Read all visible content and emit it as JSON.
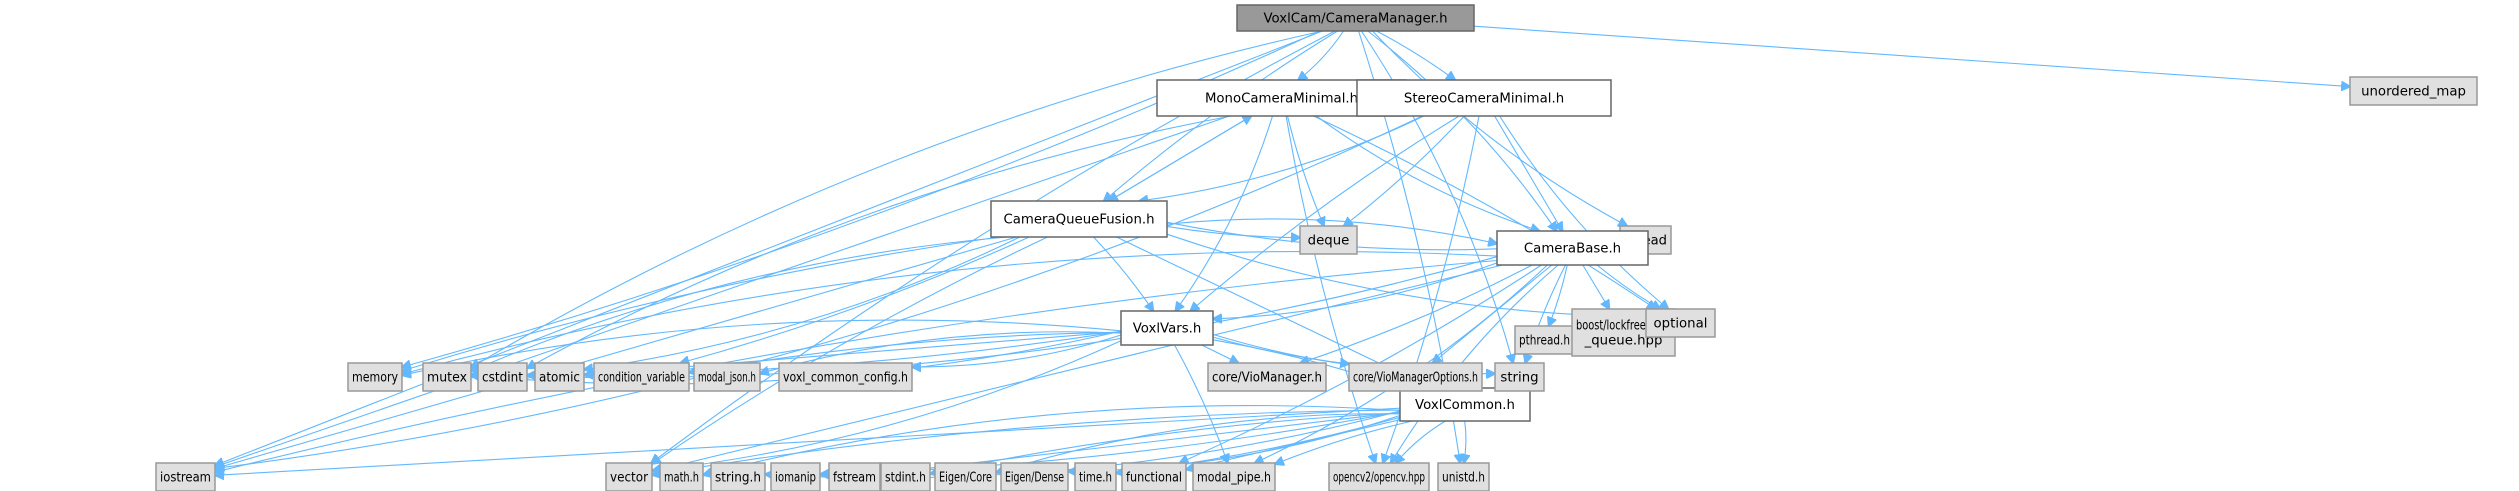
{
  "graph": {
    "title": "Include dependency graph for VoxlCam/CameraManager.h",
    "edge_color": "#63b8ff",
    "node_colors": {
      "root_fill": "#999999",
      "project_fill": "#ffffff",
      "external_fill": "#e0e0e0"
    },
    "nodes": [
      {
        "id": "root",
        "label": "VoxlCam/CameraManager.h",
        "kind": "root"
      },
      {
        "id": "mono",
        "label": "MonoCameraMinimal.h",
        "kind": "project"
      },
      {
        "id": "stereo",
        "label": "StereoCameraMinimal.h",
        "kind": "project"
      },
      {
        "id": "unordered_map",
        "label": "unordered_map",
        "kind": "external"
      },
      {
        "id": "cqf",
        "label": "CameraQueueFusion.h",
        "kind": "project"
      },
      {
        "id": "deque",
        "label": "deque",
        "kind": "external"
      },
      {
        "id": "thread",
        "label": "thread",
        "kind": "external"
      },
      {
        "id": "camerabase",
        "label": "CameraBase.h",
        "kind": "project"
      },
      {
        "id": "pthread",
        "label": "pthread.h",
        "kind": "external"
      },
      {
        "id": "boost",
        "label": "boost/lockfree/spsc_queue.hpp",
        "lines": [
          "boost/lockfree/spsc",
          "_queue.hpp"
        ],
        "kind": "external"
      },
      {
        "id": "optional",
        "label": "optional",
        "kind": "external"
      },
      {
        "id": "voxlvars",
        "label": "VoxlVars.h",
        "kind": "project"
      },
      {
        "id": "memory",
        "label": "memory",
        "kind": "external"
      },
      {
        "id": "mutex",
        "label": "mutex",
        "kind": "external"
      },
      {
        "id": "cstdint",
        "label": "cstdint",
        "kind": "external"
      },
      {
        "id": "atomic",
        "label": "atomic",
        "kind": "external"
      },
      {
        "id": "condvar",
        "label": "condition_variable",
        "kind": "external"
      },
      {
        "id": "modal_json",
        "label": "modal_json.h",
        "kind": "external"
      },
      {
        "id": "voxl_cfg",
        "label": "voxl_common_config.h",
        "kind": "external"
      },
      {
        "id": "voxlcommon",
        "label": "VoxlCommon.h",
        "kind": "project"
      },
      {
        "id": "viomgr",
        "label": "core/VioManager.h",
        "kind": "external"
      },
      {
        "id": "viomgropt",
        "label": "core/VioManagerOptions.h",
        "kind": "external"
      },
      {
        "id": "string",
        "label": "string",
        "kind": "external"
      },
      {
        "id": "iostream",
        "label": "iostream",
        "kind": "external"
      },
      {
        "id": "vector",
        "label": "vector",
        "kind": "external"
      },
      {
        "id": "math",
        "label": "math.h",
        "kind": "external"
      },
      {
        "id": "string_h",
        "label": "string.h",
        "kind": "external"
      },
      {
        "id": "iomanip",
        "label": "iomanip",
        "kind": "external"
      },
      {
        "id": "fstream",
        "label": "fstream",
        "kind": "external"
      },
      {
        "id": "stdint",
        "label": "stdint.h",
        "kind": "external"
      },
      {
        "id": "eigen_core",
        "label": "Eigen/Core",
        "kind": "external"
      },
      {
        "id": "eigen_dense",
        "label": "Eigen/Dense",
        "kind": "external"
      },
      {
        "id": "time",
        "label": "time.h",
        "kind": "external"
      },
      {
        "id": "functional",
        "label": "functional",
        "kind": "external"
      },
      {
        "id": "modal_pipe",
        "label": "modal_pipe.h",
        "kind": "external"
      },
      {
        "id": "opencv",
        "label": "opencv2/opencv.hpp",
        "kind": "external"
      },
      {
        "id": "unistd",
        "label": "unistd.h",
        "kind": "external"
      }
    ],
    "edges": [
      [
        "root",
        "mono"
      ],
      [
        "root",
        "stereo"
      ],
      [
        "root",
        "unordered_map"
      ],
      [
        "root",
        "cqf"
      ],
      [
        "root",
        "thread"
      ],
      [
        "root",
        "camerabase"
      ],
      [
        "root",
        "memory"
      ],
      [
        "root",
        "iostream"
      ],
      [
        "root",
        "vector"
      ],
      [
        "root",
        "mutex"
      ],
      [
        "root",
        "string"
      ],
      [
        "root",
        "unistd"
      ],
      [
        "mono",
        "cqf"
      ],
      [
        "mono",
        "deque"
      ],
      [
        "mono",
        "camerabase"
      ],
      [
        "mono",
        "voxlvars"
      ],
      [
        "mono",
        "optional"
      ],
      [
        "mono",
        "iostream"
      ],
      [
        "mono",
        "opencv"
      ],
      [
        "mono",
        "cstdint"
      ],
      [
        "stereo",
        "cqf"
      ],
      [
        "stereo",
        "deque"
      ],
      [
        "stereo",
        "camerabase"
      ],
      [
        "stereo",
        "voxlvars"
      ],
      [
        "stereo",
        "optional"
      ],
      [
        "stereo",
        "iostream"
      ],
      [
        "stereo",
        "opencv"
      ],
      [
        "cqf",
        "mono"
      ],
      [
        "cqf",
        "deque"
      ],
      [
        "cqf",
        "thread"
      ],
      [
        "cqf",
        "camerabase"
      ],
      [
        "cqf",
        "voxlvars"
      ],
      [
        "cqf",
        "voxlcommon"
      ],
      [
        "cqf",
        "memory"
      ],
      [
        "cqf",
        "mutex"
      ],
      [
        "cqf",
        "atomic"
      ],
      [
        "cqf",
        "condvar"
      ],
      [
        "cqf",
        "iostream"
      ],
      [
        "cqf",
        "vector"
      ],
      [
        "cqf",
        "optional"
      ],
      [
        "camerabase",
        "voxlvars"
      ],
      [
        "camerabase",
        "pthread"
      ],
      [
        "camerabase",
        "boost"
      ],
      [
        "camerabase",
        "optional"
      ],
      [
        "camerabase",
        "memory"
      ],
      [
        "camerabase",
        "mutex"
      ],
      [
        "camerabase",
        "viomgr"
      ],
      [
        "camerabase",
        "viomgropt"
      ],
      [
        "camerabase",
        "string"
      ],
      [
        "camerabase",
        "opencv"
      ],
      [
        "camerabase",
        "modal_pipe"
      ],
      [
        "camerabase",
        "functional"
      ],
      [
        "camerabase",
        "vector"
      ],
      [
        "camerabase",
        "iostream"
      ],
      [
        "voxlvars",
        "memory"
      ],
      [
        "voxlvars",
        "mutex"
      ],
      [
        "voxlvars",
        "cstdint"
      ],
      [
        "voxlvars",
        "atomic"
      ],
      [
        "voxlvars",
        "condvar"
      ],
      [
        "voxlvars",
        "modal_json"
      ],
      [
        "voxlvars",
        "voxl_cfg"
      ],
      [
        "voxlvars",
        "voxlcommon"
      ],
      [
        "voxlvars",
        "viomgr"
      ],
      [
        "voxlvars",
        "viomgropt"
      ],
      [
        "voxlvars",
        "string"
      ],
      [
        "voxlvars",
        "vector"
      ],
      [
        "voxlvars",
        "modal_pipe"
      ],
      [
        "voxlcommon",
        "iostream"
      ],
      [
        "voxlcommon",
        "vector"
      ],
      [
        "voxlcommon",
        "math"
      ],
      [
        "voxlcommon",
        "string_h"
      ],
      [
        "voxlcommon",
        "iomanip"
      ],
      [
        "voxlcommon",
        "fstream"
      ],
      [
        "voxlcommon",
        "stdint"
      ],
      [
        "voxlcommon",
        "eigen_core"
      ],
      [
        "voxlcommon",
        "eigen_dense"
      ],
      [
        "voxlcommon",
        "time"
      ],
      [
        "voxlcommon",
        "functional"
      ],
      [
        "voxlcommon",
        "modal_pipe"
      ],
      [
        "voxlcommon",
        "opencv"
      ],
      [
        "voxlcommon",
        "unistd"
      ]
    ]
  }
}
